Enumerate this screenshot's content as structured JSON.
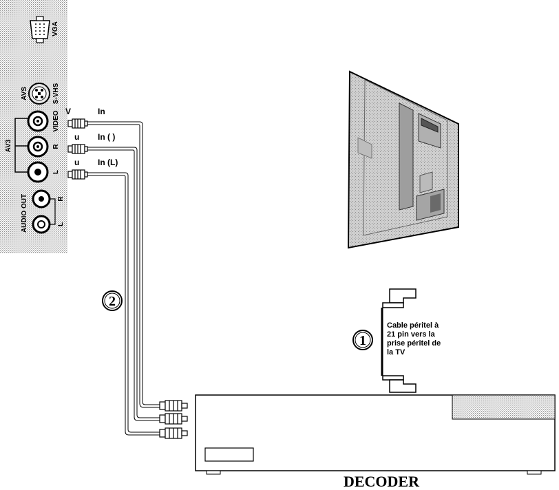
{
  "panel": {
    "vga_label": "VGA",
    "avs_label": "AVS",
    "svhs_label": "S-VHS",
    "av3_label": "AV3",
    "video_label": "VIDEO",
    "r_label": "R",
    "l_label": "L",
    "audio_out_label": "AUDIO OUT",
    "audio_r_label": "R",
    "audio_l_label": "L"
  },
  "cables": {
    "video": {
      "color_letter": "V",
      "label": "In"
    },
    "right": {
      "color_letter": "u",
      "label": "In (  )"
    },
    "left": {
      "color_letter": "u",
      "label": "In (L)"
    }
  },
  "steps": {
    "rca_cable_number": "2",
    "scart_cable_number": "1"
  },
  "scart_callout": [
    "Cable péritel à",
    "21 pin vers la",
    "prise péritel de",
    "la TV"
  ],
  "decoder": {
    "label": "DECODER"
  },
  "colors": {
    "line": "#000000",
    "panel_dots": "#9a9a9a",
    "tv_body": "#c8c8c8"
  }
}
